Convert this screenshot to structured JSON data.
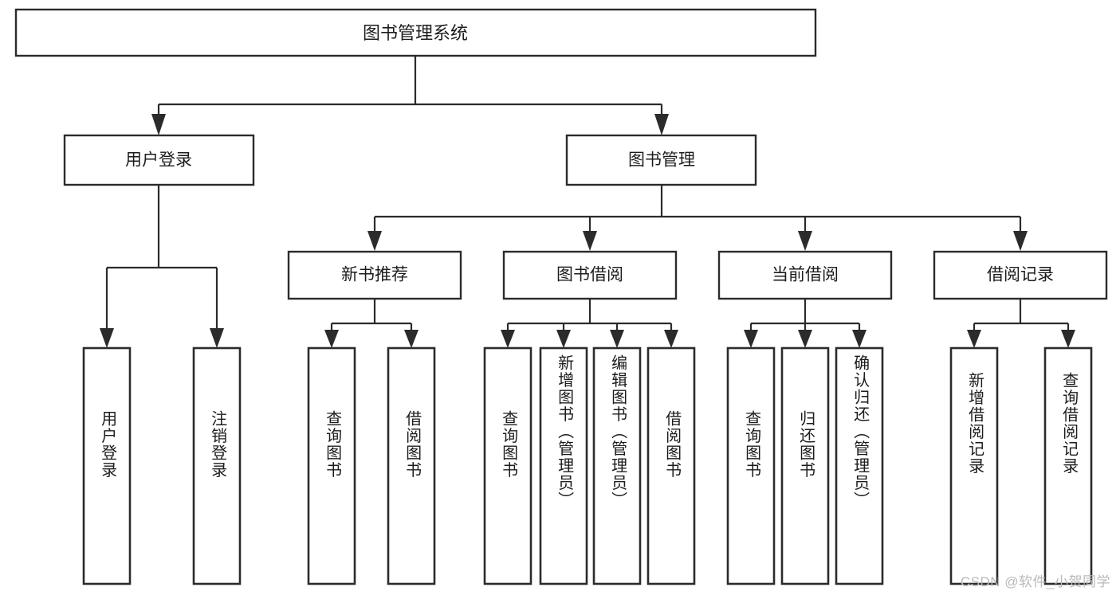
{
  "diagram": {
    "type": "tree-hierarchy",
    "title": "图书管理系统",
    "root": {
      "id": "root",
      "label": "图书管理系统"
    },
    "level2": [
      {
        "id": "user-login",
        "label": "用户登录"
      },
      {
        "id": "book-manage",
        "label": "图书管理"
      }
    ],
    "level3": [
      {
        "id": "new-book-rec",
        "label": "新书推荐",
        "parent": "book-manage"
      },
      {
        "id": "book-borrow",
        "label": "图书借阅",
        "parent": "book-manage"
      },
      {
        "id": "current-borrow",
        "label": "当前借阅",
        "parent": "book-manage"
      },
      {
        "id": "borrow-record",
        "label": "借阅记录",
        "parent": "book-manage"
      }
    ],
    "leaves": [
      {
        "id": "leaf-user-login",
        "label": "用户登录",
        "parent": "user-login"
      },
      {
        "id": "leaf-logout",
        "label": "注销登录",
        "parent": "user-login"
      },
      {
        "id": "leaf-query-book-1",
        "label": "查询图书",
        "parent": "new-book-rec"
      },
      {
        "id": "leaf-borrow-book-1",
        "label": "借阅图书",
        "parent": "new-book-rec"
      },
      {
        "id": "leaf-query-book-2",
        "label": "查询图书",
        "parent": "book-borrow"
      },
      {
        "id": "leaf-add-book",
        "label": "新增图书（管理员）",
        "parent": "book-borrow"
      },
      {
        "id": "leaf-edit-book",
        "label": "编辑图书（管理员）",
        "parent": "book-borrow"
      },
      {
        "id": "leaf-borrow-book-2",
        "label": "借阅图书",
        "parent": "book-borrow"
      },
      {
        "id": "leaf-query-book-3",
        "label": "查询图书",
        "parent": "current-borrow"
      },
      {
        "id": "leaf-return-book",
        "label": "归还图书",
        "parent": "current-borrow"
      },
      {
        "id": "leaf-confirm-return",
        "label": "确认归还（管理员）",
        "parent": "current-borrow"
      },
      {
        "id": "leaf-add-record",
        "label": "新增借阅记录",
        "parent": "borrow-record"
      },
      {
        "id": "leaf-query-record",
        "label": "查询借阅记录",
        "parent": "borrow-record"
      }
    ],
    "colors": {
      "stroke": "#2b2b2b",
      "fill": "#ffffff",
      "text": "#1c1c1c",
      "watermark": "#b9b9b9"
    }
  },
  "watermark": {
    "text": "CSDN @软件_小贺同学"
  }
}
